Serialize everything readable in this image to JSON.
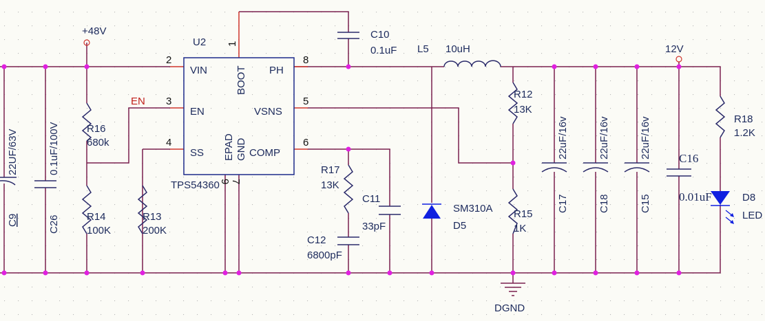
{
  "colors": {
    "wire": "#7a1f4f",
    "pin": "#d0342c",
    "junction": "#e020e0",
    "text": "#1c2a5c",
    "diode": "#1020e0",
    "label_red": "#c0201c"
  },
  "power": {
    "vin": "+48V",
    "vout": "12V",
    "ground": "DGND"
  },
  "net_label_en": "EN",
  "ic": {
    "ref": "U2",
    "part": "TPS54360",
    "pins": {
      "vin": "VIN",
      "boot": "BOOT",
      "ph": "PH",
      "en": "EN",
      "vsns": "VSNS",
      "ss": "SS",
      "epad": "EPAD",
      "gnd": "GND",
      "comp": "COMP"
    },
    "pin_numbers": {
      "boot": "1",
      "vin": "2",
      "en": "3",
      "ss": "4",
      "vsns": "5",
      "comp": "6",
      "gnd": "7",
      "ph": "8",
      "epad": "9"
    }
  },
  "components": {
    "c9": {
      "ref": "C9",
      "value": "22UF/63V"
    },
    "c26": {
      "ref": "C26",
      "value": "0.1uF/100V"
    },
    "r16": {
      "ref": "R16",
      "value": "680k"
    },
    "r14": {
      "ref": "R14",
      "value": "100K"
    },
    "r13": {
      "ref": "R13",
      "value": "200K"
    },
    "c10": {
      "ref": "C10",
      "value": "0.1uF"
    },
    "l5": {
      "ref": "L5",
      "value": "10uH"
    },
    "r17": {
      "ref": "R17",
      "value": "13K"
    },
    "c11": {
      "ref": "C11",
      "value": "33pF"
    },
    "c12": {
      "ref": "C12",
      "value": "6800pF"
    },
    "d5": {
      "ref": "D5",
      "value": "SM310A"
    },
    "r12": {
      "ref": "R12",
      "value": "13K"
    },
    "r15": {
      "ref": "R15",
      "value": "1K"
    },
    "c17": {
      "ref": "C17",
      "value": "22uF/16v"
    },
    "c18": {
      "ref": "C18",
      "value": "22uF/16v"
    },
    "c15": {
      "ref": "C15",
      "value": "22uF/16v"
    },
    "c16": {
      "ref": "C16",
      "value": "0.01uF"
    },
    "r18": {
      "ref": "R18",
      "value": "1.2K"
    },
    "d8": {
      "ref": "D8",
      "value": "LED"
    }
  }
}
